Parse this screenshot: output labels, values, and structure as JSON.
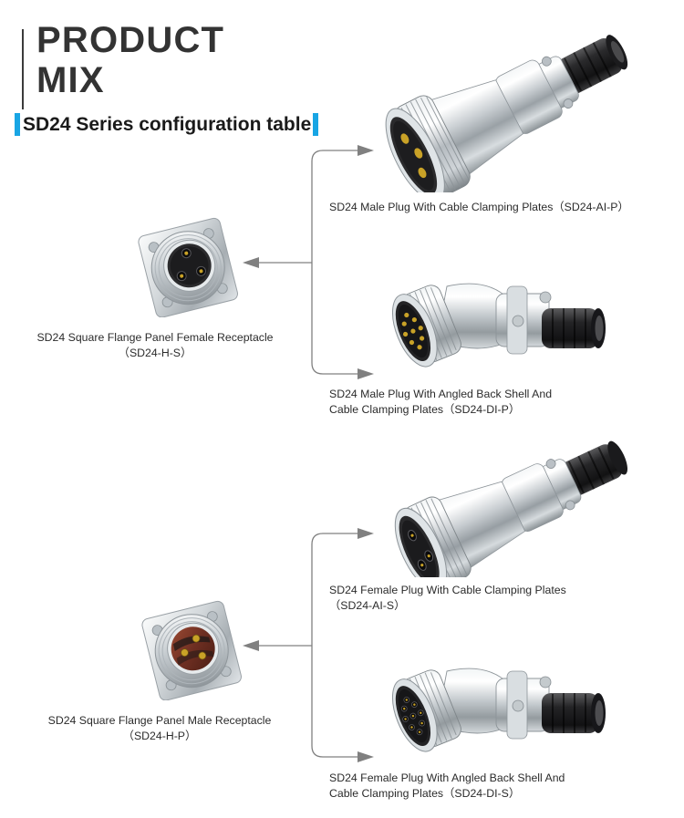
{
  "header": {
    "title": "PRODUCT\nMIX",
    "subtitle": "SD24 Series configuration table",
    "accent_color": "#18a5e4",
    "rule_color": "#3b3b3b"
  },
  "diagram": {
    "arrow_color": "#808080",
    "groups": [
      {
        "id": "female-receptacle-group",
        "source": {
          "name": "SD24 Square Flange Panel Female Receptacle",
          "caption": "SD24 Square Flange Panel Female Receptacle\n（SD24-H-S）",
          "code": "SD24-H-S",
          "contact_type": "socket",
          "contacts": 3,
          "face_color": "#262626"
        },
        "targets": [
          {
            "name": "SD24 Male Plug With Cable Clamping Plates",
            "caption": "SD24 Male Plug With Cable Clamping Plates（SD24-AI-P）",
            "code": "SD24-AI-P",
            "style": "straight",
            "contact_type": "pin",
            "contacts": 3
          },
          {
            "name": "SD24 Male Plug With Angled Back Shell And Cable Clamping Plates",
            "caption": "SD24 Male Plug With Angled Back Shell And\nCable Clamping Plates（SD24-DI-P）",
            "code": "SD24-DI-P",
            "style": "angled",
            "contact_type": "pin",
            "contacts": 9
          }
        ]
      },
      {
        "id": "male-receptacle-group",
        "source": {
          "name": "SD24 Square Flange Panel Male Receptacle",
          "caption": "SD24 Square Flange Panel Male Receptacle\n（SD24-H-P）",
          "code": "SD24-H-P",
          "contact_type": "pin",
          "contacts": 3,
          "face_color": "#6e2f22"
        },
        "targets": [
          {
            "name": "SD24 Female Plug With Cable Clamping Plates",
            "caption": "SD24 Female Plug With Cable Clamping Plates\n（SD24-AI-S）",
            "code": "SD24-AI-S",
            "style": "straight",
            "contact_type": "socket",
            "contacts": 3
          },
          {
            "name": "SD24 Female Plug With Angled Back Shell And Cable Clamping Plates",
            "caption": "SD24 Female Plug With Angled Back Shell And\nCable Clamping Plates（SD24-DI-S）",
            "code": "SD24-DI-S",
            "style": "angled",
            "contact_type": "socket",
            "contacts": 9
          }
        ]
      }
    ]
  }
}
